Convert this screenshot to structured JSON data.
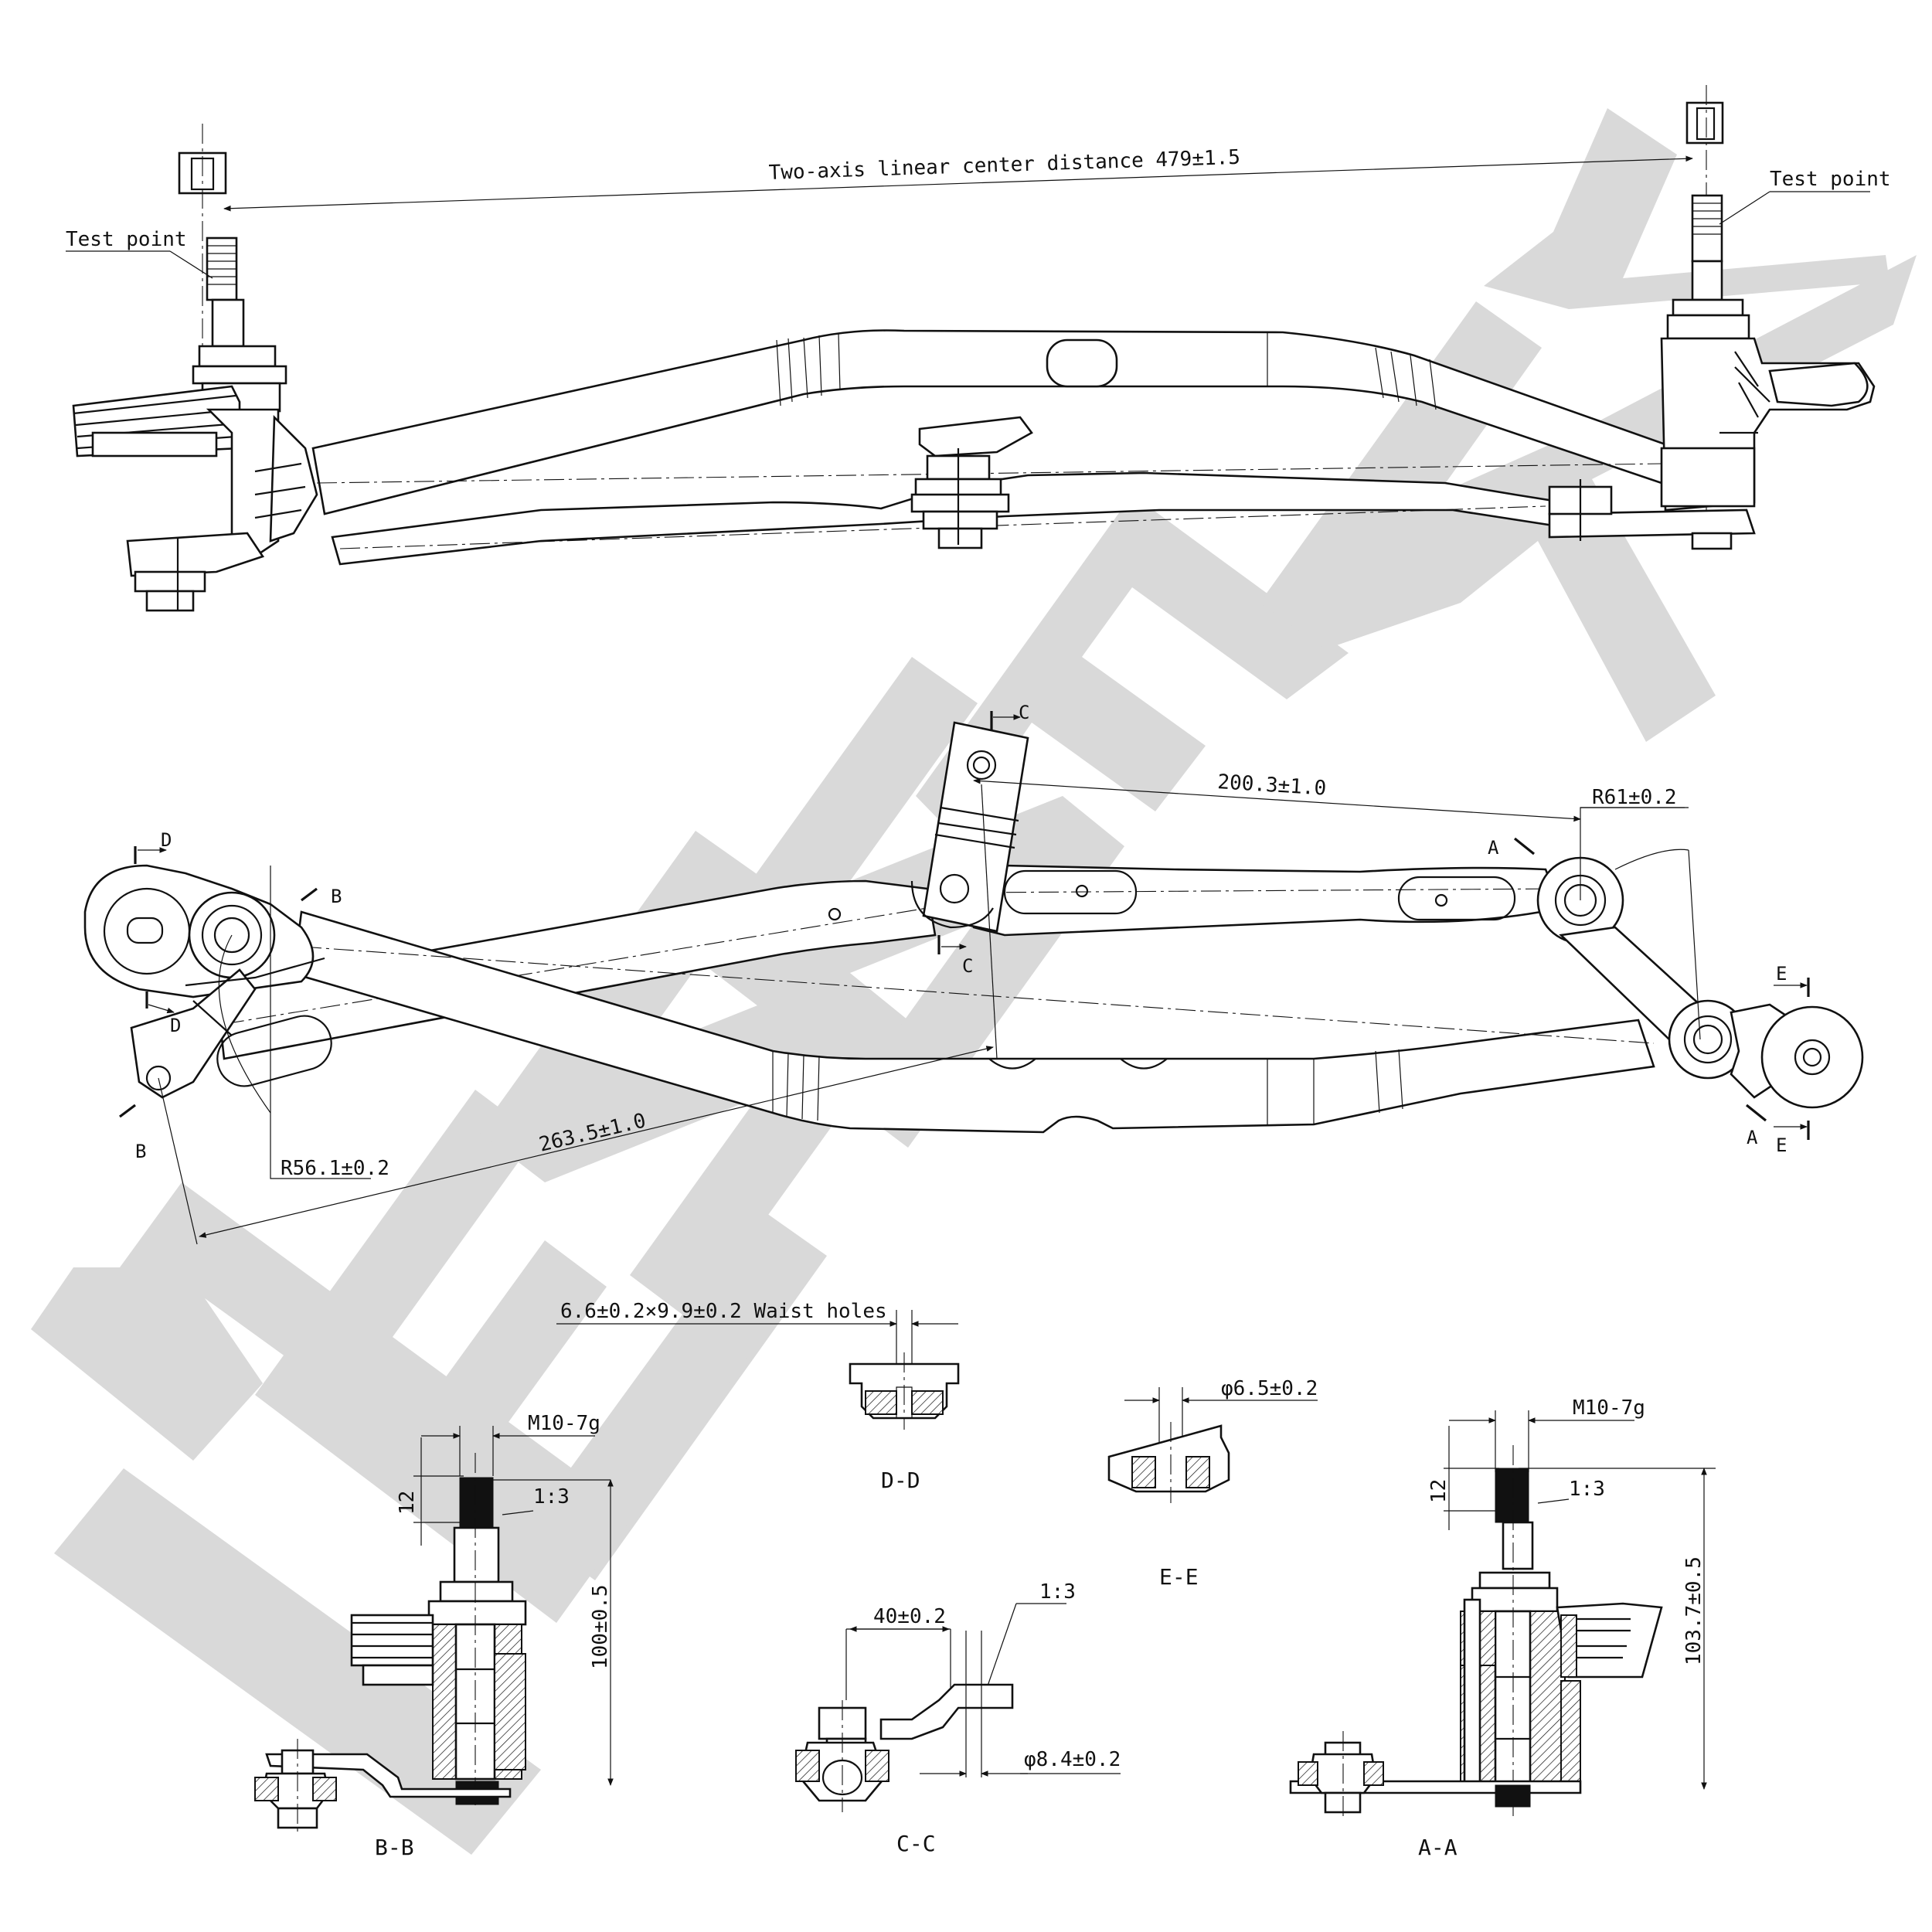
{
  "watermark": "ZENNEK",
  "top_view": {
    "distance_label": "Two-axis linear center distance  479±1.5",
    "test_point_left": "Test point",
    "test_point_right": "Test point"
  },
  "plan_view": {
    "dim_200": "200.3±1.0",
    "dim_r61": "R61±0.2",
    "dim_263": "263.5±1.0",
    "dim_r56": "R56.1±0.2",
    "section_marks": {
      "a": "A",
      "b": "B",
      "c": "C",
      "d": "D",
      "e": "E"
    }
  },
  "sections": {
    "waist_holes": "6.6±0.2×9.9±0.2 Waist holes",
    "dd_title": "D-D",
    "ee_title": "E-E",
    "ee_dia": "φ6.5±0.2",
    "bb_title": "B-B",
    "bb_thread": "M10-7g",
    "bb_12": "12",
    "bb_ratio": "1:3",
    "bb_height": "100±0.5",
    "cc_title": "C-C",
    "cc_len": "40±0.2",
    "cc_ratio": "1:3",
    "cc_dia": "φ8.4±0.2",
    "aa_title": "A-A",
    "aa_thread": "M10-7g",
    "aa_12": "12",
    "aa_ratio": "1:3",
    "aa_height": "103.7±0.5"
  }
}
